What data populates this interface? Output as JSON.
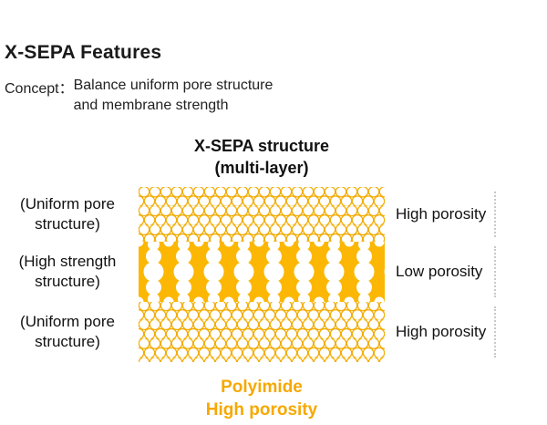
{
  "header": {
    "title": "X-SEPA Features",
    "concept_label": "Concept：",
    "concept_lines": [
      "Balance uniform pore structure",
      "and membrane strength"
    ]
  },
  "diagram": {
    "heading_lines": [
      "X-SEPA structure",
      "(multi-layer)"
    ],
    "layers": [
      {
        "left_lines": [
          "(Uniform pore",
          "structure)"
        ],
        "right_label": "High porosity"
      },
      {
        "left_lines": [
          "(High strength",
          "structure)"
        ],
        "right_label": "Low porosity"
      },
      {
        "left_lines": [
          "(Uniform pore",
          "structure)"
        ],
        "right_label": "High porosity"
      }
    ],
    "caption_lines": [
      "Polyimide",
      "High porosity"
    ],
    "colors": {
      "dense_fill": "#FBB703",
      "pore_stroke": "#F2AB00",
      "caption_text": "#F6A800"
    }
  }
}
